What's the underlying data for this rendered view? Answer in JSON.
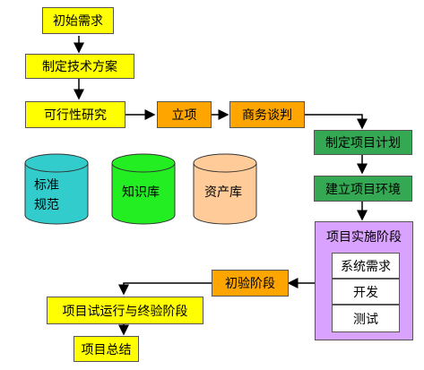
{
  "colors": {
    "yellow": "#ffff00",
    "orange": "#ffa500",
    "green": "#34a853",
    "cyan": "#33cccc",
    "lime": "#22ee22",
    "peach": "#ffcc99",
    "purple": "#d9a2ff"
  },
  "nodes": {
    "initial_requirements": "初始需求",
    "tech_plan": "制定技术方案",
    "feasibility": "可行性研究",
    "project_setup": "立项",
    "business_negotiation": "商务谈判",
    "project_plan": "制定项目计划",
    "project_environment": "建立项目环境",
    "implementation_phase": "项目实施阶段",
    "system_requirements": "系统需求",
    "development": "开发",
    "testing": "测试",
    "acceptance_phase": "初验阶段",
    "trial_and_final": "项目试运行与终验阶段",
    "summary": "项目总结"
  },
  "repositories": {
    "standards_line1": "标准",
    "standards_line2": "规范",
    "knowledge": "知识库",
    "assets": "资产库"
  }
}
